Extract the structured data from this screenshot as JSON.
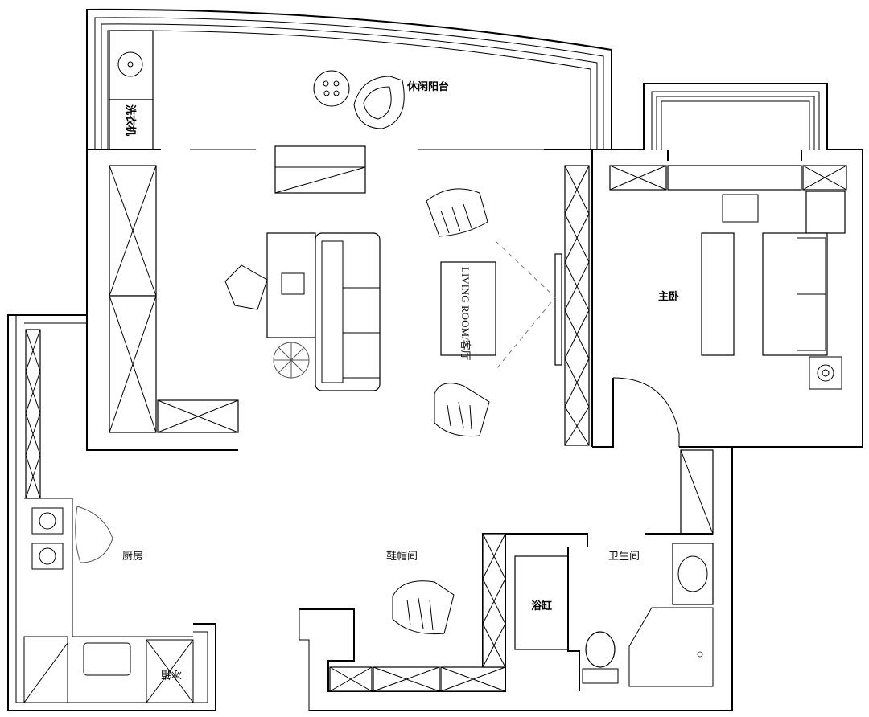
{
  "rooms": {
    "balcony": "休闲阳台",
    "washer": "洗衣机",
    "living_room": "LIVING ROOM/客厅",
    "master_bedroom": "主卧",
    "kitchen": "厨房",
    "cloakroom": "鞋帽间",
    "bathroom": "卫生间",
    "bathtub": "浴缸",
    "fridge": "冰箱"
  }
}
